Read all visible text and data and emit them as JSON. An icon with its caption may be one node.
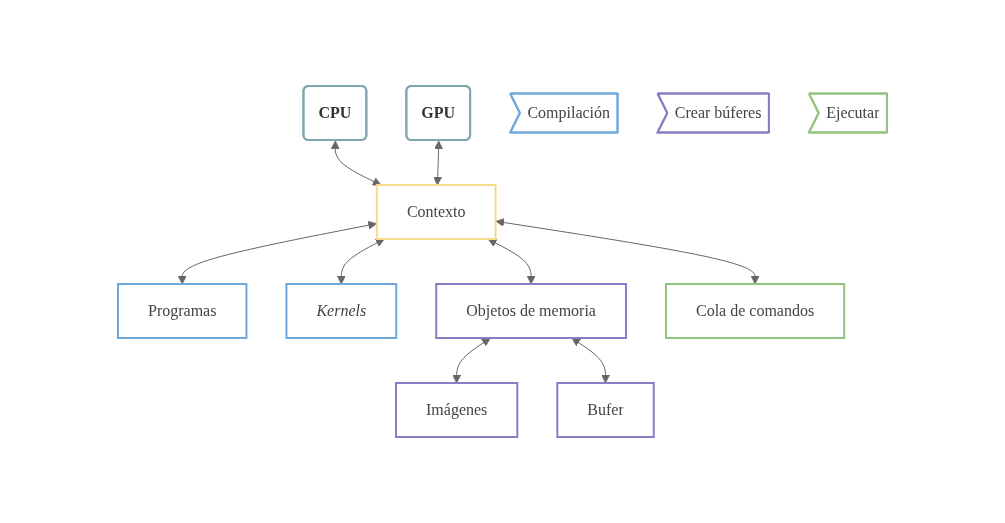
{
  "diagram": {
    "nodes": [
      {
        "text": [
          "CPU"
        ]
      },
      {
        "text": [
          "GPU"
        ]
      },
      {
        "text": [
          "Contexto"
        ]
      },
      {
        "text": [
          "Programas"
        ]
      },
      {
        "text": [
          "Kernels"
        ]
      },
      {
        "text": [
          "Objetos de memoria"
        ]
      },
      {
        "text": [
          "Cola de comandos"
        ]
      },
      {
        "text": [
          "Imágenes"
        ]
      },
      {
        "text": [
          "Bufer"
        ]
      },
      {
        "text": [
          "Compilación"
        ]
      },
      {
        "text": [
          "Crear búferes"
        ]
      },
      {
        "text": [
          "Ejecutar"
        ]
      }
    ],
    "edges": [
      {
        "from": 0,
        "to": 2,
        "arrow": "both"
      },
      {
        "from": 1,
        "to": 2,
        "arrow": "both"
      },
      {
        "from": 2,
        "to": 3,
        "arrow": "both"
      },
      {
        "from": 2,
        "to": 4,
        "arrow": "both"
      },
      {
        "from": 2,
        "to": 5,
        "arrow": "both"
      },
      {
        "from": 2,
        "to": 6,
        "arrow": "both"
      },
      {
        "from": 5,
        "to": 7,
        "arrow": "both"
      },
      {
        "from": 5,
        "to": 8,
        "arrow": "both"
      }
    ]
  }
}
